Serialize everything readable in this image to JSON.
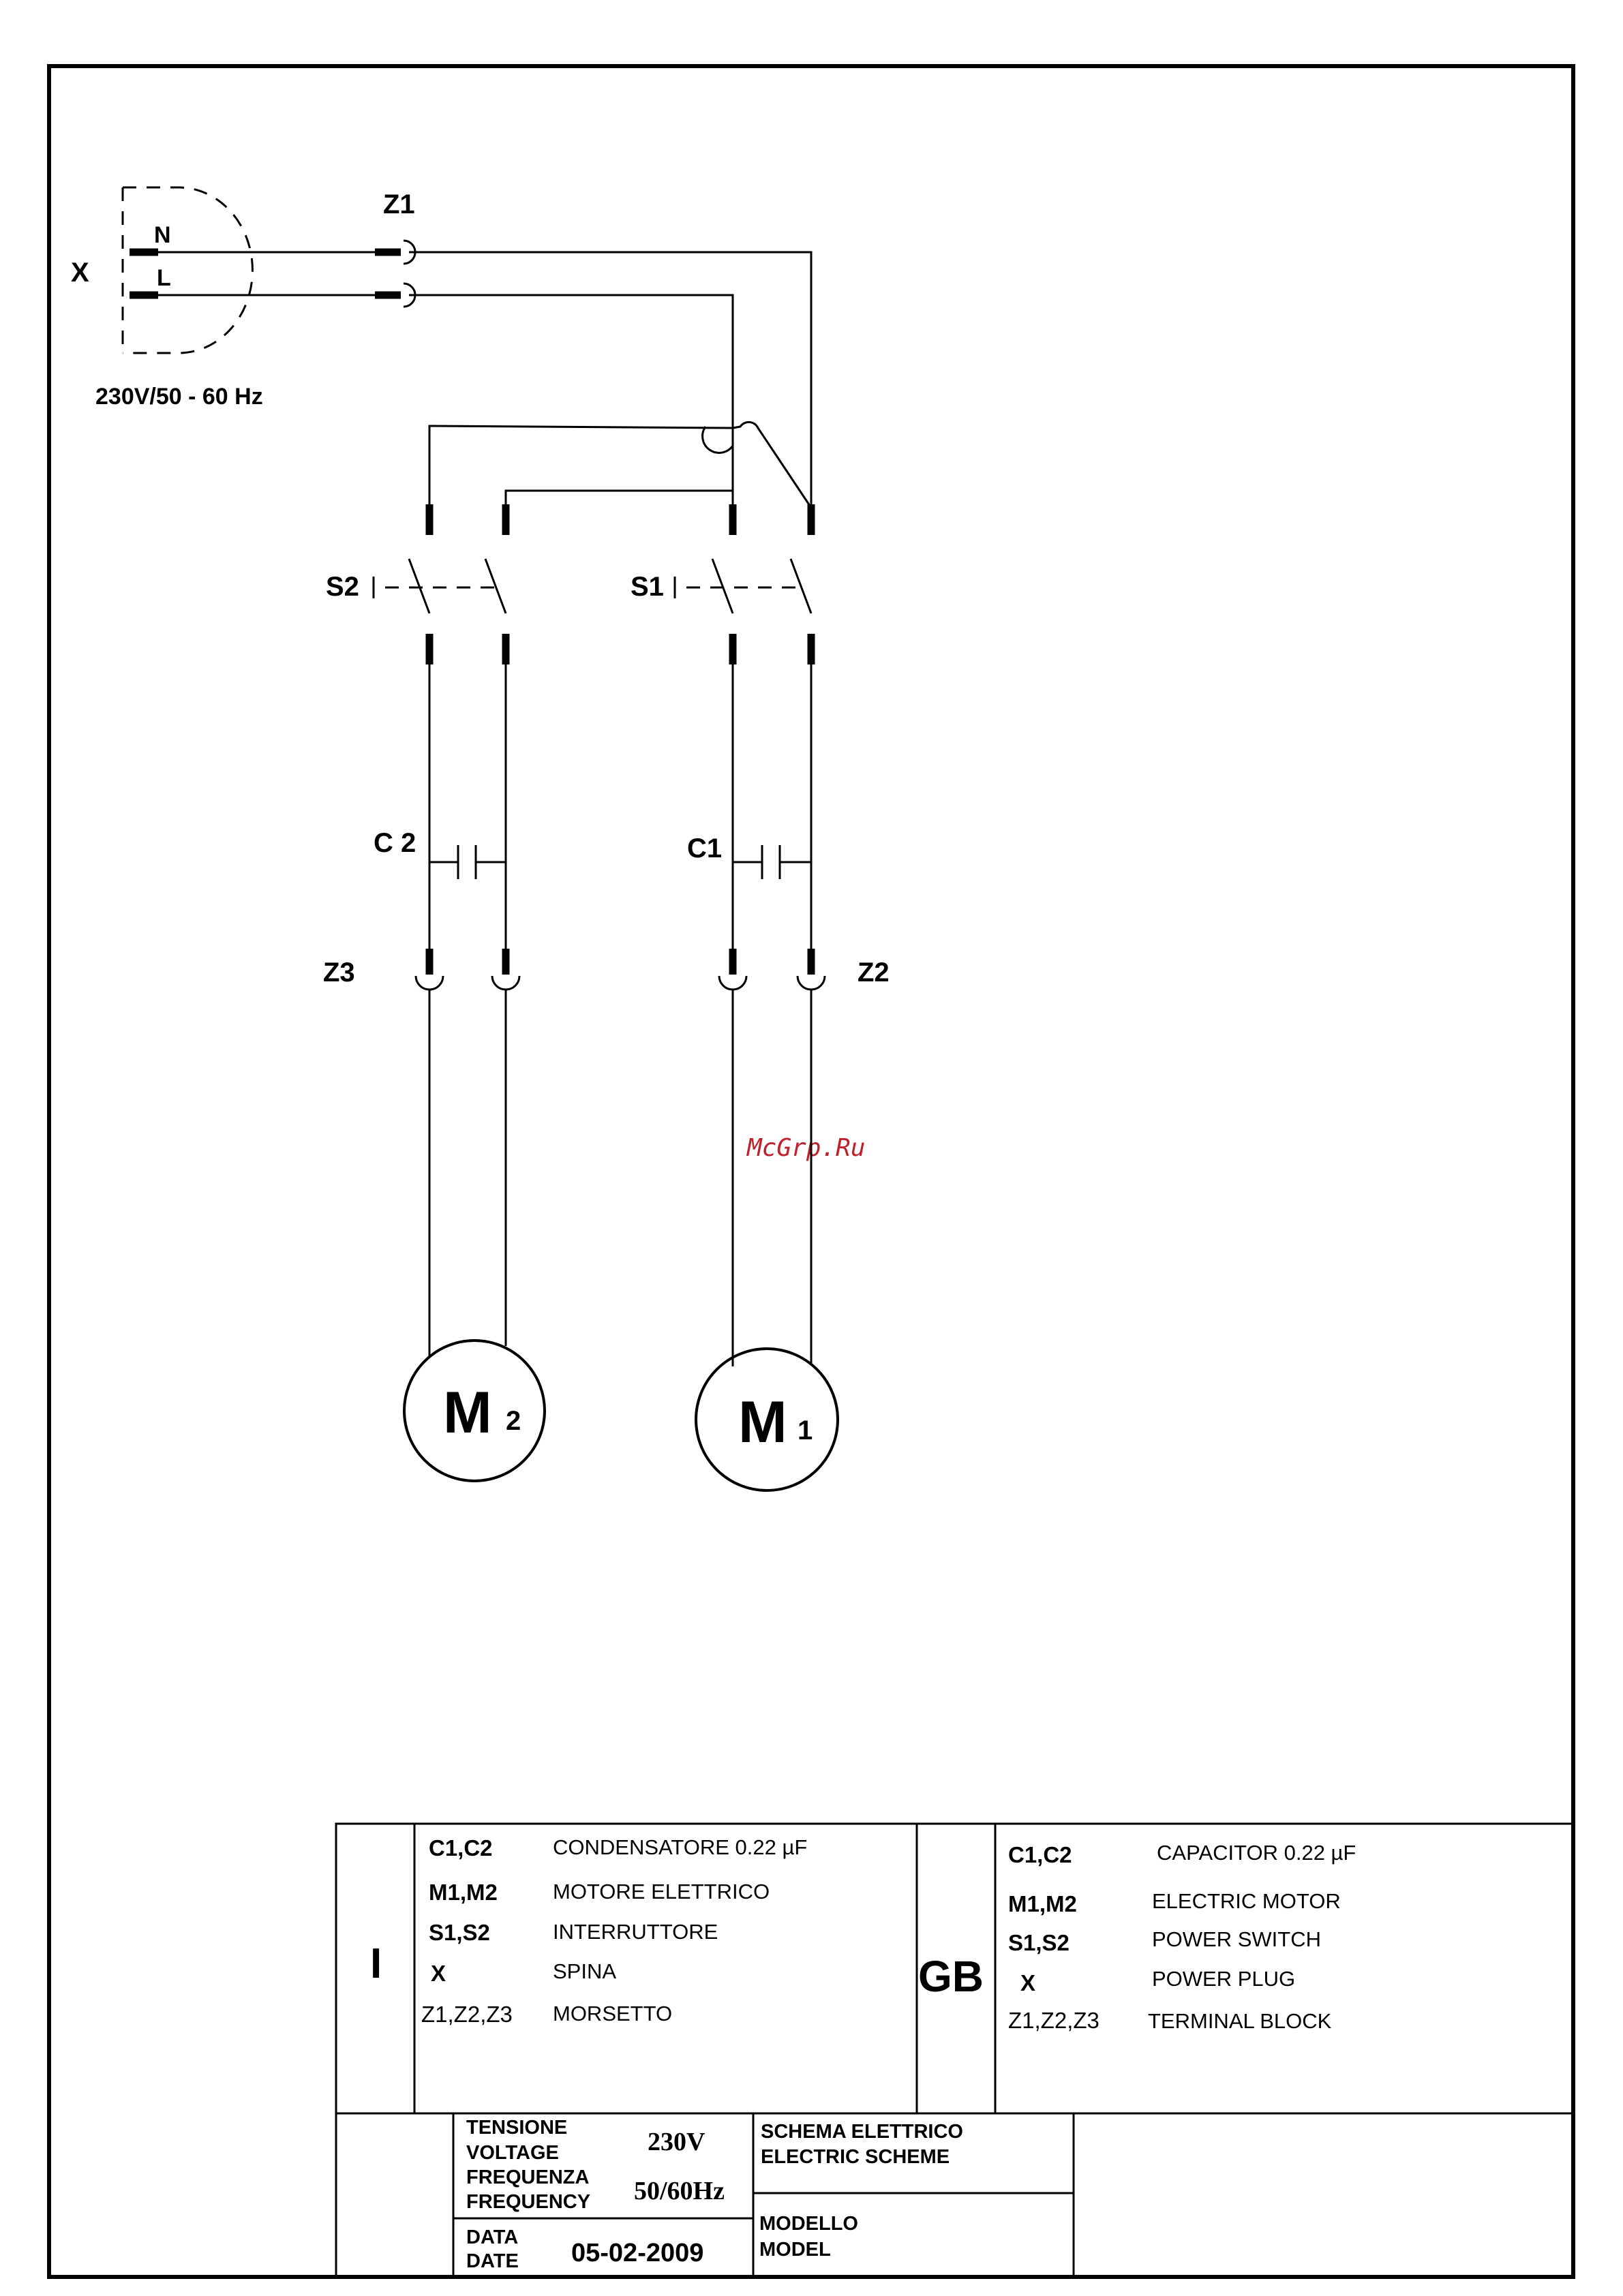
{
  "labels": {
    "plug": "X",
    "neutral": "N",
    "line": "L",
    "supply": "230V/50 - 60 Hz",
    "z1": "Z1",
    "z2": "Z2",
    "z3": "Z3",
    "s1": "S1",
    "s2": "S2",
    "c1": "C1",
    "c2": "C 2",
    "m1_letter": "M",
    "m1_index": "1",
    "m2_letter": "M",
    "m2_index": "2"
  },
  "watermark": "McGrp.Ru",
  "legend_it": {
    "lang": "I",
    "rows": [
      {
        "code": "C1,C2",
        "desc": "CONDENSATORE  0.22  µF"
      },
      {
        "code": "M1,M2",
        "desc": "MOTORE ELETTRICO"
      },
      {
        "code": "S1,S2",
        "desc": "INTERRUTTORE"
      },
      {
        "code": "X",
        "desc": "SPINA"
      },
      {
        "code": "Z1,Z2,Z3",
        "desc": "MORSETTO"
      }
    ]
  },
  "legend_gb": {
    "lang": "GB",
    "rows": [
      {
        "code": "C1,C2",
        "desc": "CAPACITOR  0.22  µF"
      },
      {
        "code": "M1,M2",
        "desc": "ELECTRIC MOTOR"
      },
      {
        "code": "S1,S2",
        "desc": "POWER SWITCH"
      },
      {
        "code": "X",
        "desc": "POWER PLUG"
      },
      {
        "code": "Z1,Z2,Z3",
        "desc": "TERMINAL BLOCK"
      }
    ]
  },
  "title_block": {
    "tensione": "TENSIONE",
    "voltage": "VOLTAGE",
    "voltage_value": "230V",
    "frequenza": "FREQUENZA",
    "frequency": "FREQUENCY",
    "frequency_value": "50/60Hz",
    "data": "DATA",
    "date": "DATE",
    "date_value": "05-02-2009",
    "schema_it": "SCHEMA ELETTRICO",
    "schema_gb": "ELECTRIC SCHEME",
    "modello": "MODELLO",
    "model": "MODEL"
  }
}
